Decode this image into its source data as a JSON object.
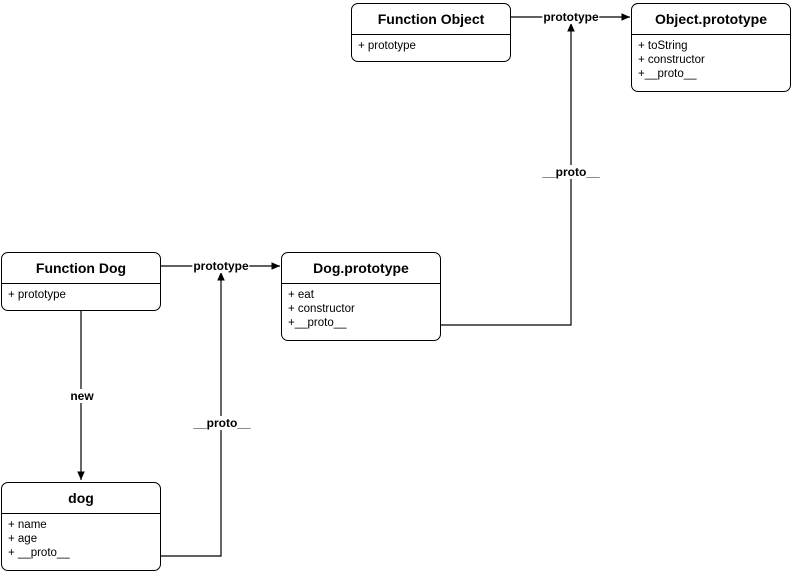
{
  "nodes": {
    "function_object": {
      "title": "Function Object",
      "members": [
        "+ prototype"
      ]
    },
    "object_prototype": {
      "title": "Object.prototype",
      "members": [
        "+ toString",
        "+ constructor",
        "+__proto__"
      ]
    },
    "function_dog": {
      "title": "Function Dog",
      "members": [
        "+ prototype"
      ]
    },
    "dog_prototype": {
      "title": "Dog.prototype",
      "members": [
        "+ eat",
        "+ constructor",
        "+__proto__"
      ]
    },
    "dog": {
      "title": "dog",
      "members": [
        "+ name",
        "+ age",
        "+ __proto__"
      ]
    }
  },
  "edges": {
    "fo_prototype": "prototype",
    "dp_proto": "__proto__",
    "fd_prototype": "prototype",
    "fd_new": "new",
    "dog_proto": "__proto__"
  }
}
